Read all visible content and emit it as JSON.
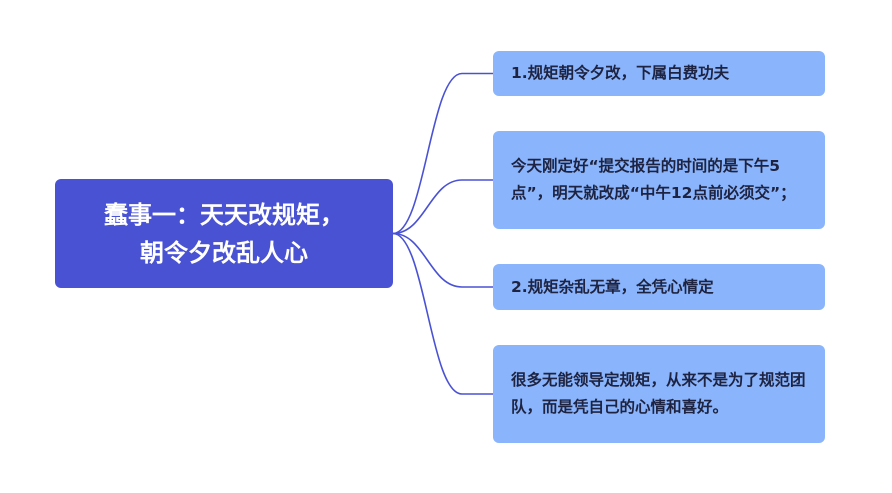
{
  "root": {
    "lines": [
      "蠢事一：天天改规矩，",
      "朝令夕改乱人心"
    ]
  },
  "branches": [
    {
      "text": "1.规矩朝令夕改，下属白费功夫"
    },
    {
      "text": "今天刚定好“提交报告的时间的是下午5点”，明天就改成“中午12点前必须交”；"
    },
    {
      "text": "2.规矩杂乱无章，全凭心情定"
    },
    {
      "text": "很多无能领导定规矩，从来不是为了规范团队，而是凭自己的心情和喜好。"
    }
  ],
  "colors": {
    "root_fill": "#4a52d4",
    "branch_fill": "#8ab4fb",
    "connector": "#4a52d4",
    "root_text": "#ffffff",
    "branch_text": "#1d2340"
  }
}
